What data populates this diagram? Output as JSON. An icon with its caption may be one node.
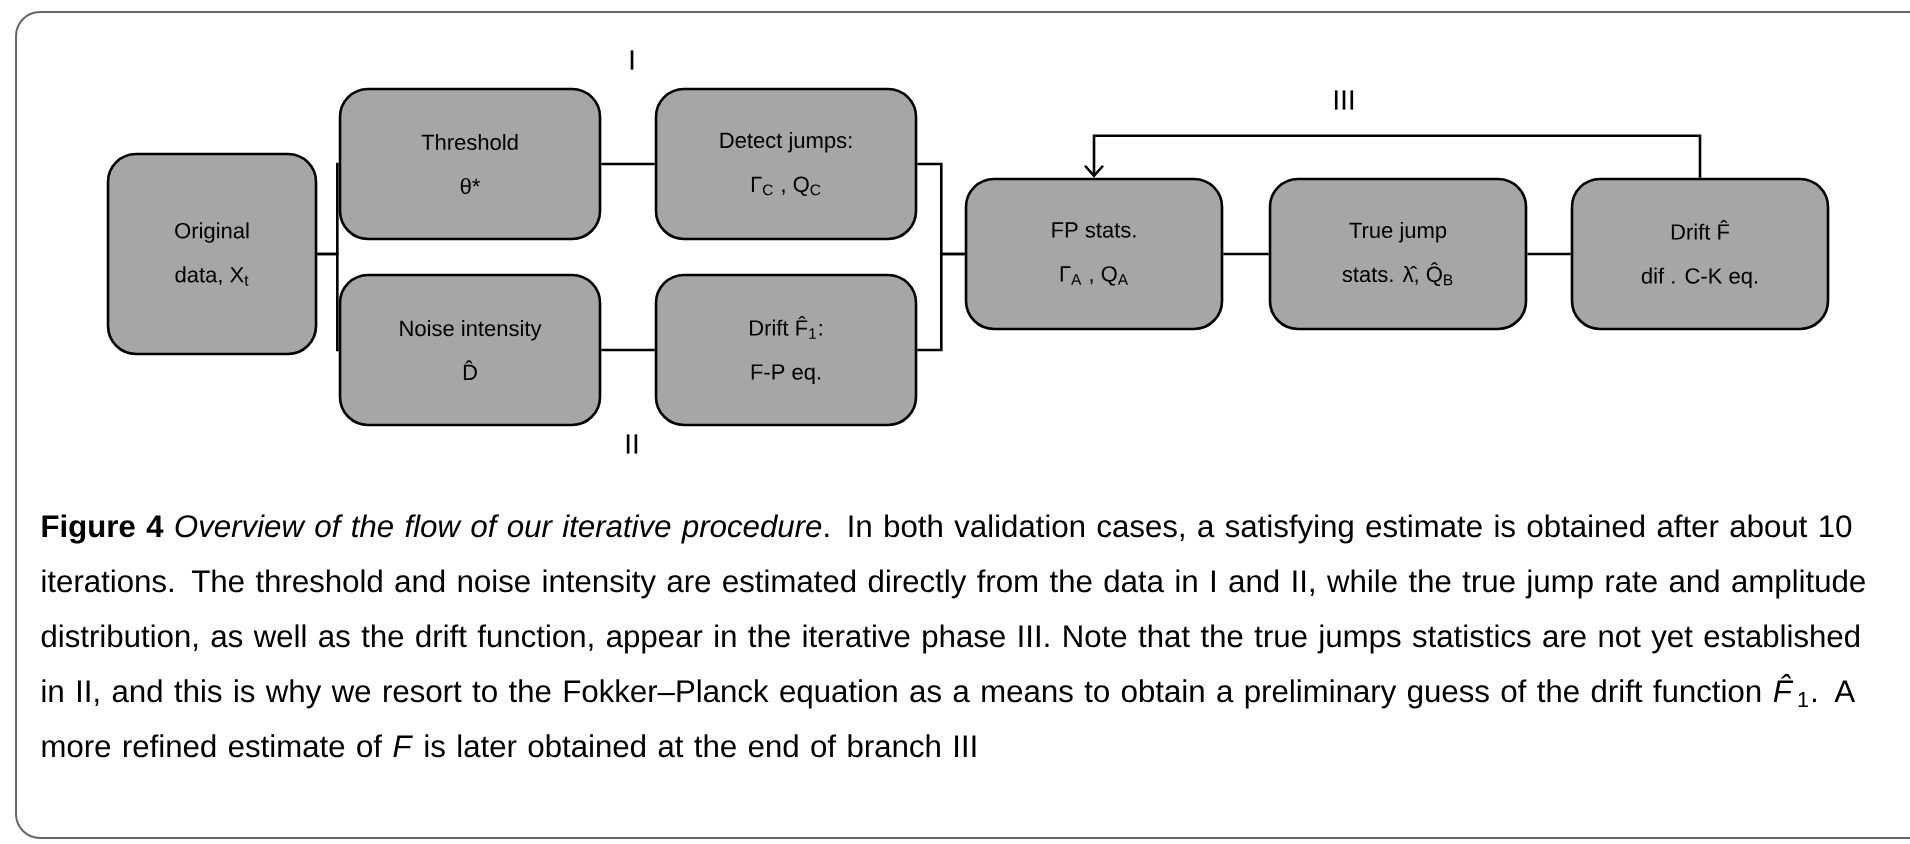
{
  "diagram": {
    "caption": "**Figure 4**  *Overview of the flow of our iterative procedure*. In both validation cases, a satisfying estimate is obtained after about 10 iterations. The threshold and noise intensity are estimated directly from the data in I and II, while the true jump rate and amplitude distribution, as well as the drift function, appear in the iterative phase III. Note that the true jumps statistics are not yet established in II, and this is why we resort to the Fokker–Planck equation as a means to obtain a preliminary guess of the drift function *F̂*$_{1}$. A more refined estimate of *F* is later obtained at the end of branch III",
    "nodes": [
      {
        "text": [
          "Original",
          "data, X$_{t}$"
        ]
      },
      {
        "text": [
          "Threshold",
          "θ*"
        ]
      },
      {
        "text": [
          "Detect jumps:",
          "Γ$_{C}$ , Q$_{C}$"
        ]
      },
      {
        "text": [
          "Noise intensity",
          "D̂"
        ]
      },
      {
        "text": [
          "Drift F̂$_{1}$:",
          "F-P  eq."
        ]
      },
      {
        "text": [
          "FP  stats.",
          "Γ$_{A}$ , Q$_{A}$"
        ]
      },
      {
        "text": [
          "True jump",
          "stats.  λ̂, Q̂$_{B}$"
        ]
      },
      {
        "text": [
          "Drift F̂",
          "dif .  C-K  eq."
        ]
      }
    ],
    "edges": [
      {
        "from": 0,
        "to": 1,
        "arrow": "none"
      },
      {
        "from": 0,
        "to": 3,
        "arrow": "none"
      },
      {
        "from": 1,
        "to": 2,
        "arrow": "none"
      },
      {
        "from": 3,
        "to": 4,
        "arrow": "none"
      },
      {
        "from": 2,
        "to": 5,
        "arrow": "none"
      },
      {
        "from": 4,
        "to": 5,
        "arrow": "none"
      },
      {
        "from": 5,
        "to": 6,
        "arrow": "none"
      },
      {
        "from": 6,
        "to": 7,
        "arrow": "none"
      },
      {
        "from": 7,
        "to": 5,
        "arrow": "to",
        "label": "III"
      }
    ],
    "labels": [
      "I",
      "II"
    ]
  }
}
